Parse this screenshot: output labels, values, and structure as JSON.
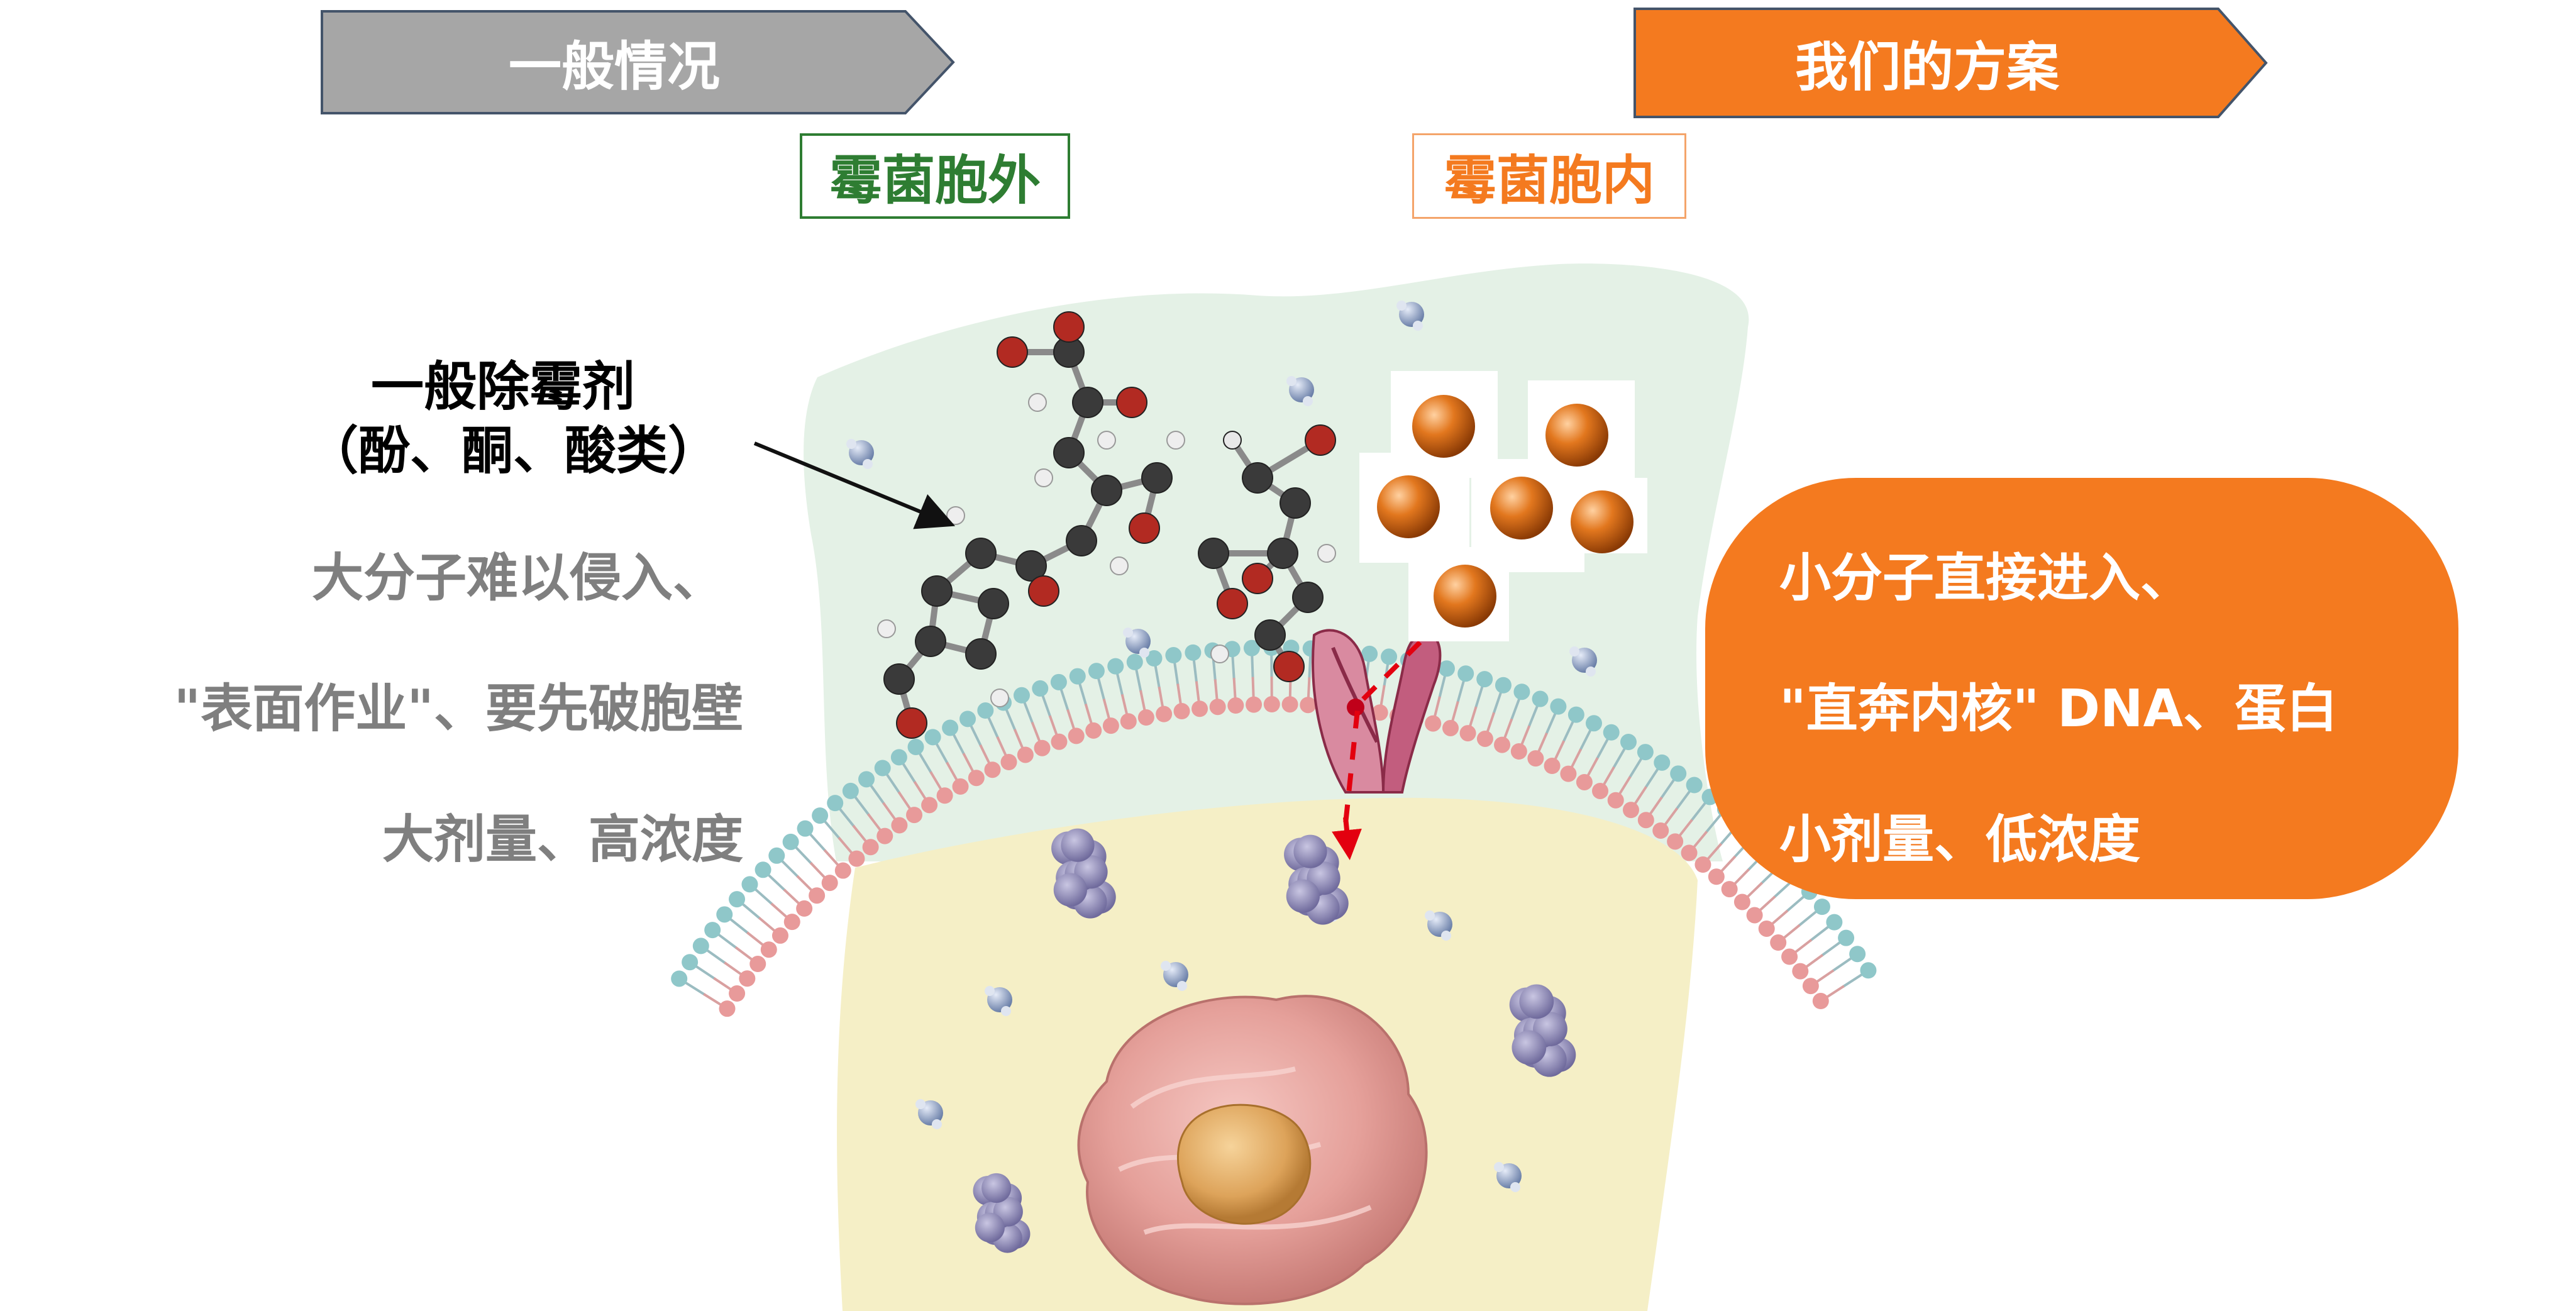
{
  "banners": {
    "general": "一般情况",
    "ours": "我们的方案"
  },
  "tags": {
    "outside": "霉菌胞外",
    "inside": "霉菌胞内"
  },
  "left_panel": {
    "title": "一般除霉剂",
    "subtitle": "（酚、酮、酸类）",
    "lines": [
      "大分子难以侵入、",
      "\"表面作业\"、要先破胞壁",
      "大剂量、高浓度"
    ]
  },
  "right_panel": {
    "lines": [
      "小分子直接进入、",
      "\"直奔内核\" DNA、蛋白",
      "小剂量、低浓度"
    ]
  },
  "colors": {
    "gray_banner": "#a6a6a6",
    "orange": "#f47a1f",
    "green_text": "#2e7d32",
    "outside_bg": "#e4f1e6",
    "inside_bg": "#f5efc6"
  }
}
